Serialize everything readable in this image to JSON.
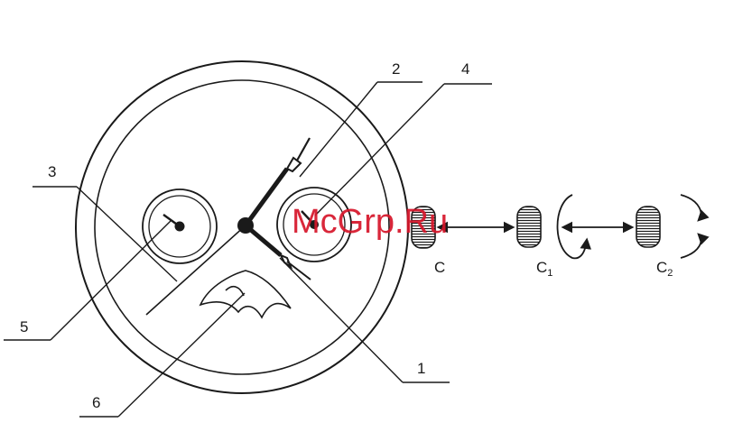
{
  "diagram": {
    "callouts": [
      "1",
      "2",
      "3",
      "4",
      "5",
      "6"
    ],
    "crown_positions": [
      {
        "base": "C",
        "sub": ""
      },
      {
        "base": "C",
        "sub": "1"
      },
      {
        "base": "C",
        "sub": "2"
      }
    ],
    "watermark": "McGrp.Ru",
    "colors": {
      "line": "#1a1a1a",
      "watermark": "#d6152a"
    }
  }
}
